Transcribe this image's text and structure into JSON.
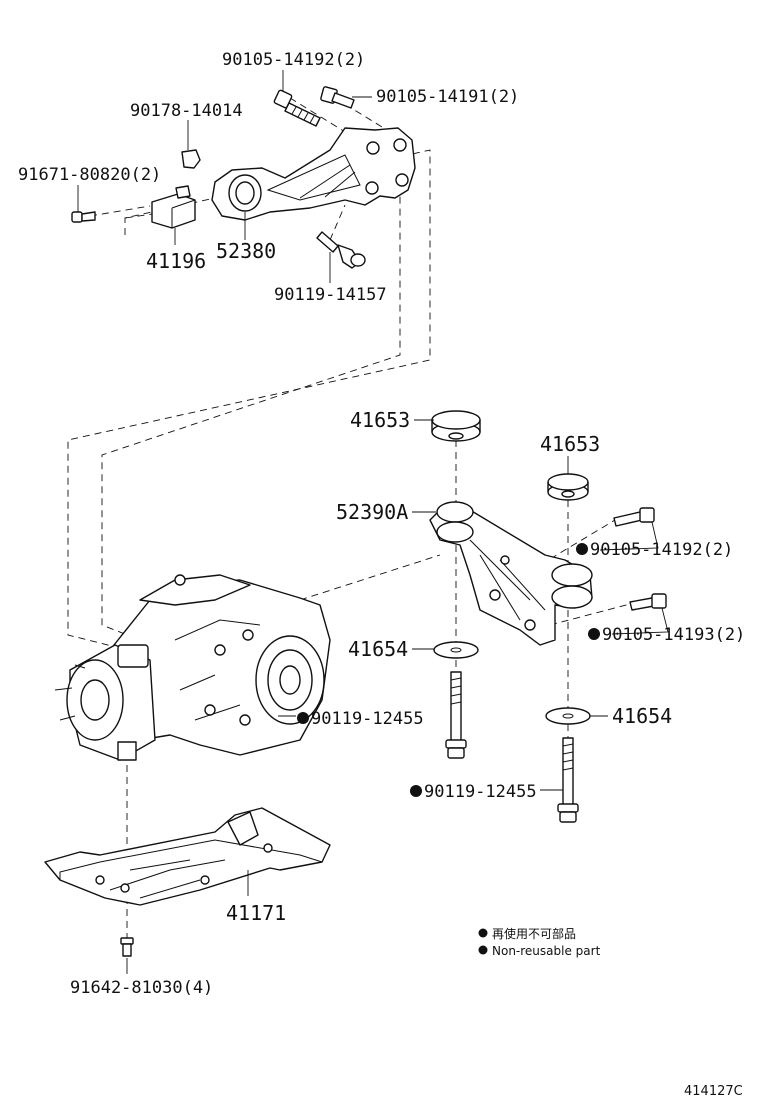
{
  "callouts": {
    "p1": "90105-14192(2)",
    "p2": "90105-14191(2)",
    "p3": "90178-14014",
    "p4": "91671-80820(2)",
    "p5": "41196",
    "p6": "52380",
    "p7": "90119-14157",
    "p8": "41653",
    "p9": "41653",
    "p10": "52390A",
    "p11": "90105-14192(2)",
    "p12": "90105-14193(2)",
    "p13": "41654",
    "p14": "90119-12455",
    "p15": "41654",
    "p16": "90119-12455",
    "p17": "41171",
    "p18": "91642-81030(4)"
  },
  "legend": {
    "jp": "再使用不可部品",
    "en": "Non-reusable part"
  },
  "figure_ref": "414127C",
  "colors": {
    "ink": "#111111",
    "background": "#ffffff"
  }
}
